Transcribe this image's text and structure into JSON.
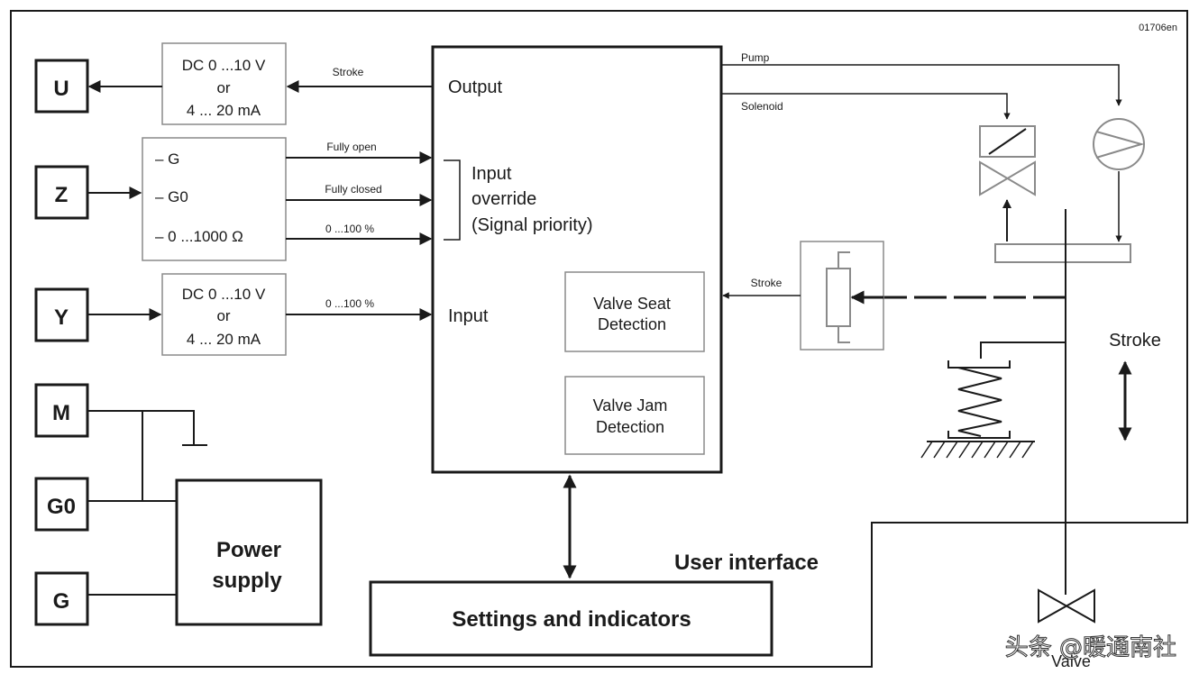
{
  "doc_id": "01706en",
  "terminals": {
    "u": "U",
    "z": "Z",
    "y": "Y",
    "m": "M",
    "g0": "G0",
    "g": "G"
  },
  "output_converter": {
    "line1": "DC 0 ...10 V",
    "line2": "or",
    "line3": "4 ... 20 mA"
  },
  "z_block": {
    "line1": "– G",
    "line2": "– G0",
    "line3": "– 0 ...1000 Ω"
  },
  "input_converter": {
    "line1": "DC 0 ...10 V",
    "line2": "or",
    "line3": "4 ... 20 mA"
  },
  "signals": {
    "stroke_out": "Stroke",
    "fully_open": "Fully open",
    "fully_closed": "Fully closed",
    "override_pct": "0 ...100 %",
    "input_pct": "0 ...100 %",
    "pump": "Pump",
    "solenoid": "Solenoid",
    "stroke_feedback": "Stroke"
  },
  "controller": {
    "output": "Output",
    "override_line1": "Input",
    "override_line2": "override",
    "override_line3": "(Signal priority)",
    "input": "Input",
    "seat_line1": "Valve Seat",
    "seat_line2": "Detection",
    "jam_line1": "Valve Jam",
    "jam_line2": "Detection"
  },
  "power_supply": {
    "line1": "Power",
    "line2": "supply"
  },
  "user_interface": "User interface",
  "settings": "Settings and indicators",
  "stroke_label": "Stroke",
  "valve_label": "Valve",
  "watermark": "头条 @暖通南社"
}
